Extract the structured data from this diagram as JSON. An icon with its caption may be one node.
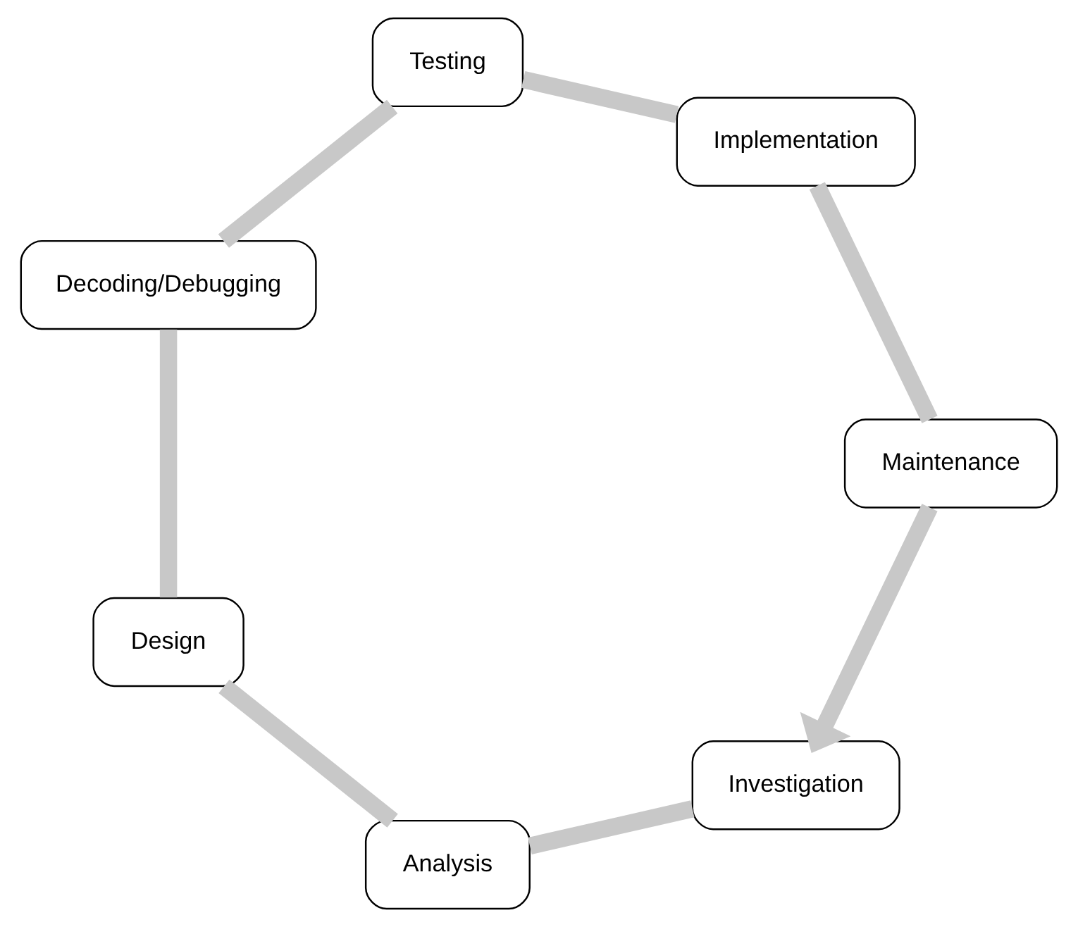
{
  "diagram": {
    "nodes": [
      {
        "text": [
          "Investigation"
        ]
      },
      {
        "text": [
          "Analysis"
        ]
      },
      {
        "text": [
          "Design"
        ]
      },
      {
        "text": [
          "Decoding/Debugging"
        ]
      },
      {
        "text": [
          "Testing"
        ]
      },
      {
        "text": [
          "Implementation"
        ]
      },
      {
        "text": [
          "Maintenance"
        ]
      }
    ],
    "edges": [
      {
        "from": 0,
        "to": 1,
        "arrow": "none"
      },
      {
        "from": 1,
        "to": 2,
        "arrow": "none"
      },
      {
        "from": 2,
        "to": 3,
        "arrow": "none"
      },
      {
        "from": 3,
        "to": 4,
        "arrow": "none"
      },
      {
        "from": 4,
        "to": 5,
        "arrow": "none"
      },
      {
        "from": 5,
        "to": 6,
        "arrow": "none"
      },
      {
        "from": 6,
        "to": 0,
        "arrow": "to"
      }
    ]
  }
}
